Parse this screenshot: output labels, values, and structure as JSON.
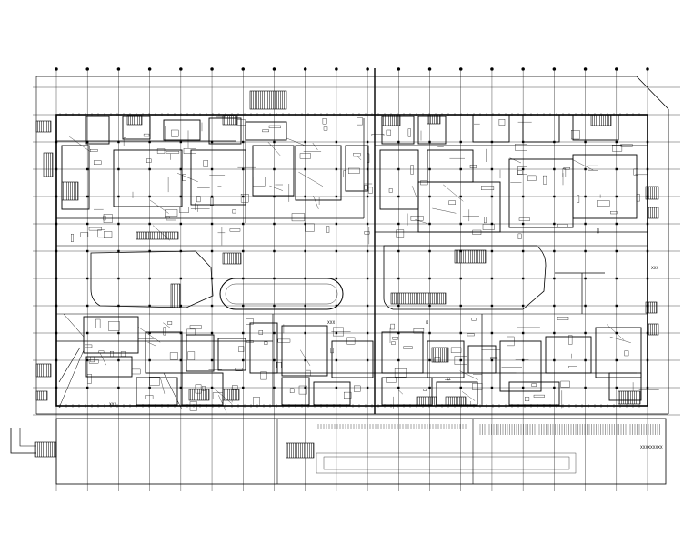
{
  "drawing": {
    "type": "floor-plan",
    "style": "cad-linework",
    "background": "#ffffff",
    "line_color": "#000000",
    "grid_vertical_count": 20,
    "grid_horizontal_count": 13,
    "annotations": [
      "XXX",
      "XXX",
      "XXX",
      "XXXXXXXXX"
    ]
  }
}
